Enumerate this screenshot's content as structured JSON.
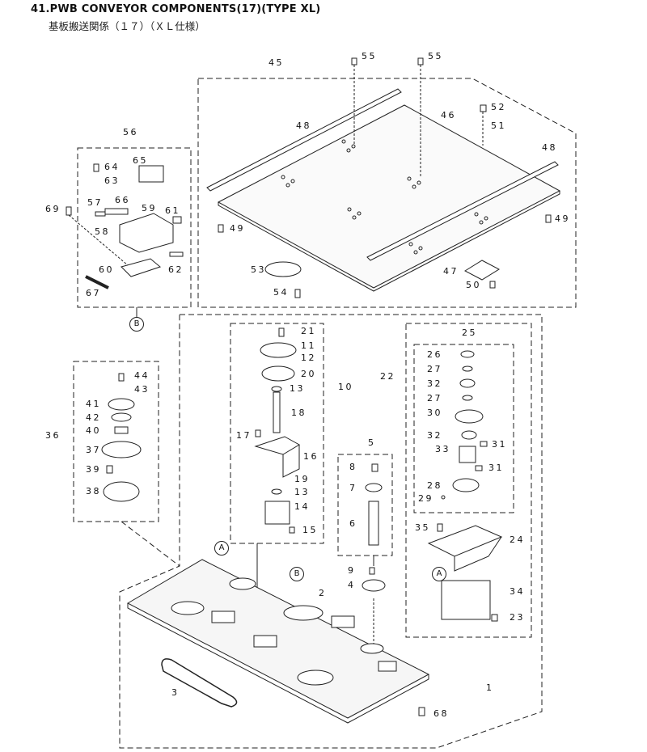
{
  "header": {
    "title": "41.PWB CONVEYOR COMPONENTS(17)(TYPE XL)",
    "subtitle": "基板搬送関係（１７）（ＸＬ仕様）"
  },
  "callouts": {
    "c45": "45",
    "c55a": "55",
    "c55b": "55",
    "c52": "52",
    "c51": "51",
    "c46": "46",
    "c48a": "48",
    "c48b": "48",
    "c49a": "49",
    "c49b": "49",
    "c53": "53",
    "c54": "54",
    "c47": "47",
    "c50": "50",
    "c56": "56",
    "c64": "64",
    "c63": "63",
    "c65": "65",
    "c57": "57",
    "c66": "66",
    "c59": "59",
    "c61": "61",
    "c69": "69",
    "c58": "58",
    "c60": "60",
    "c62": "62",
    "c67": "67",
    "c36": "36",
    "c44": "44",
    "c43": "43",
    "c41": "41",
    "c42": "42",
    "c40": "40",
    "c37": "37",
    "c39": "39",
    "c38": "38",
    "c21": "21",
    "c11": "11",
    "c12": "12",
    "c20": "20",
    "c13a": "13",
    "c10": "10",
    "c18": "18",
    "c17": "17",
    "c16": "16",
    "c19": "19",
    "c13b": "13",
    "c14": "14",
    "c15": "15",
    "c5": "5",
    "c8": "8",
    "c7": "7",
    "c6": "6",
    "c9": "9",
    "c4": "4",
    "c25": "25",
    "c22": "22",
    "c26": "26",
    "c27a": "27",
    "c32a": "32",
    "c27b": "27",
    "c30": "30",
    "c32b": "32",
    "c31a": "31",
    "c33": "33",
    "c31b": "31",
    "c28": "28",
    "c29": "29",
    "c35": "35",
    "c24": "24",
    "c34": "34",
    "c23": "23",
    "c2": "2",
    "c3": "3",
    "c1": "1",
    "c68": "68"
  },
  "refs": {
    "A_top": "A",
    "A_right": "A",
    "B_top": "B",
    "B_left": "B"
  }
}
